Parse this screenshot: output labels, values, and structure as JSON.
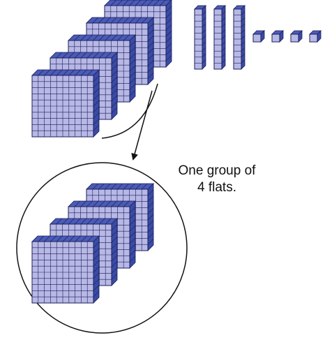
{
  "caption": {
    "line1": "One group of",
    "line2": "4 flats."
  },
  "figure": {
    "top_flats": 5,
    "rods": 3,
    "units": 4,
    "circled_flats": 4,
    "grid_size": 10
  },
  "colors": {
    "front": "#b8b8e6",
    "top": "#4a5bb8",
    "side": "#3a4ba6",
    "line": "#1a1f55",
    "stroke": "#111111"
  },
  "icons": {
    "arrow": "arrow-down-left-icon"
  }
}
